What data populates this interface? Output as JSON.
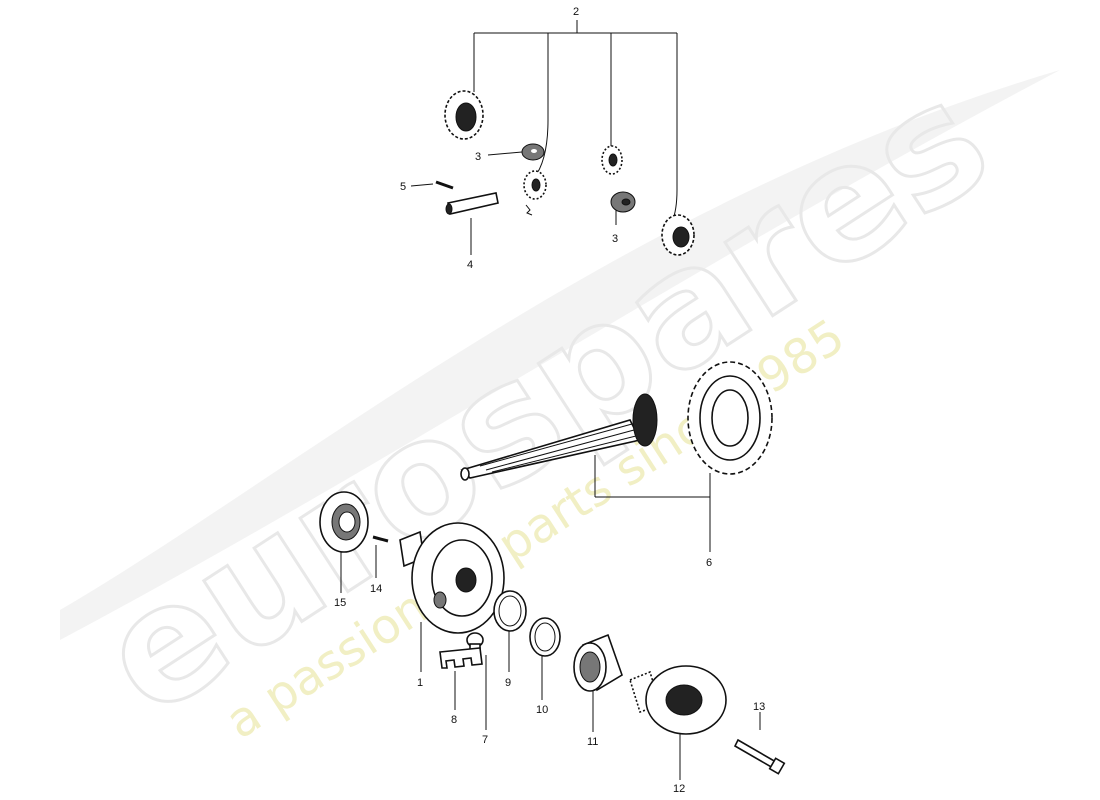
{
  "watermark": {
    "brand": "eurospares",
    "tagline": "a passion for parts since 1985"
  },
  "callouts": [
    "1",
    "2",
    "3",
    "3",
    "4",
    "5",
    "6",
    "7",
    "8",
    "9",
    "10",
    "11",
    "12",
    "13",
    "14",
    "15"
  ]
}
